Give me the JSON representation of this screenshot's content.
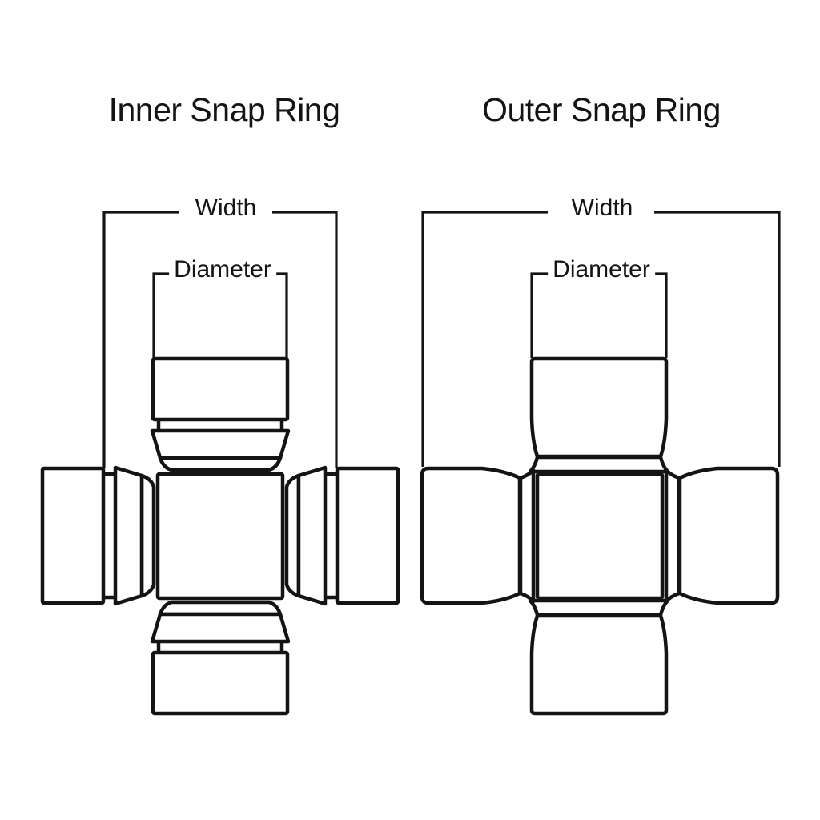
{
  "diagram": {
    "background_color": "#ffffff",
    "line_color": "#141414",
    "figures": [
      {
        "id": "inner-snap-ring",
        "title": "Inner Snap Ring",
        "width_label": "Width",
        "diameter_label": "Diameter"
      },
      {
        "id": "outer-snap-ring",
        "title": "Outer Snap Ring",
        "width_label": "Width",
        "diameter_label": "Diameter"
      }
    ]
  }
}
